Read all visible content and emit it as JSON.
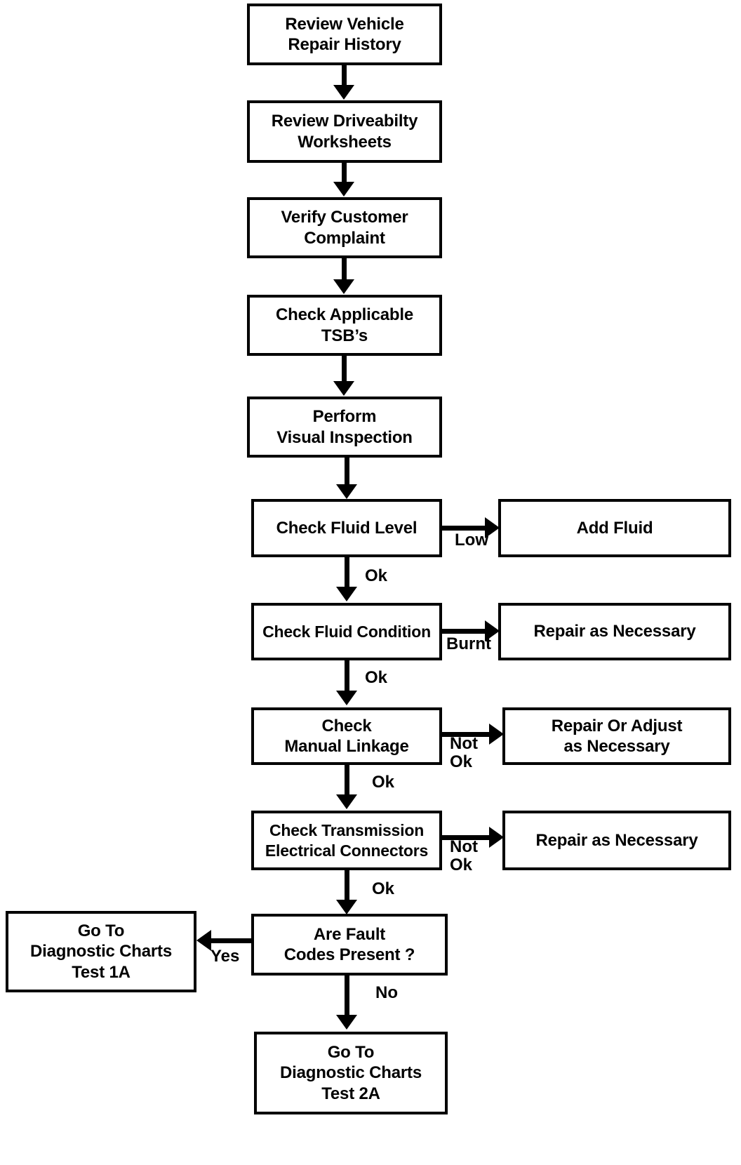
{
  "diagram": {
    "title": "Transmission Diagnostic Procedure Flowchart",
    "type": "flowchart",
    "colors": {
      "stroke": "#000000",
      "fill": "#ffffff",
      "text": "#000000"
    },
    "nodes": [
      {
        "id": "n1",
        "label": "Review Vehicle\nRepair History"
      },
      {
        "id": "n2",
        "label": "Review Driveabilty\nWorksheets"
      },
      {
        "id": "n3",
        "label": "Verify Customer\nComplaint"
      },
      {
        "id": "n4",
        "label": "Check Applicable\nTSB’s"
      },
      {
        "id": "n5",
        "label": "Perform\nVisual Inspection"
      },
      {
        "id": "n6",
        "label": "Check Fluid Level"
      },
      {
        "id": "n7",
        "label": "Add Fluid"
      },
      {
        "id": "n8",
        "label": "Check Fluid Condition"
      },
      {
        "id": "n9",
        "label": "Repair as Necessary"
      },
      {
        "id": "n10",
        "label": "Check\nManual Linkage"
      },
      {
        "id": "n11",
        "label": "Repair Or Adjust\nas Necessary"
      },
      {
        "id": "n12",
        "label": "Check Transmission\nElectrical Connectors"
      },
      {
        "id": "n13",
        "label": "Repair as Necessary"
      },
      {
        "id": "n14",
        "label": "Are Fault\nCodes Present ?"
      },
      {
        "id": "n15",
        "label": "Go To\nDiagnostic Charts\nTest 1A"
      },
      {
        "id": "n16",
        "label": "Go To\nDiagnostic Charts\nTest 2A"
      }
    ],
    "edge_labels": [
      {
        "id": "e1",
        "text": "Low"
      },
      {
        "id": "e2",
        "text": "Ok"
      },
      {
        "id": "e3",
        "text": "Burnt"
      },
      {
        "id": "e4",
        "text": "Ok"
      },
      {
        "id": "e5",
        "text": "Not\nOk"
      },
      {
        "id": "e6",
        "text": "Ok"
      },
      {
        "id": "e7",
        "text": "Not\nOk"
      },
      {
        "id": "e8",
        "text": "Ok"
      },
      {
        "id": "e9",
        "text": "Yes"
      },
      {
        "id": "e10",
        "text": "No"
      }
    ]
  }
}
